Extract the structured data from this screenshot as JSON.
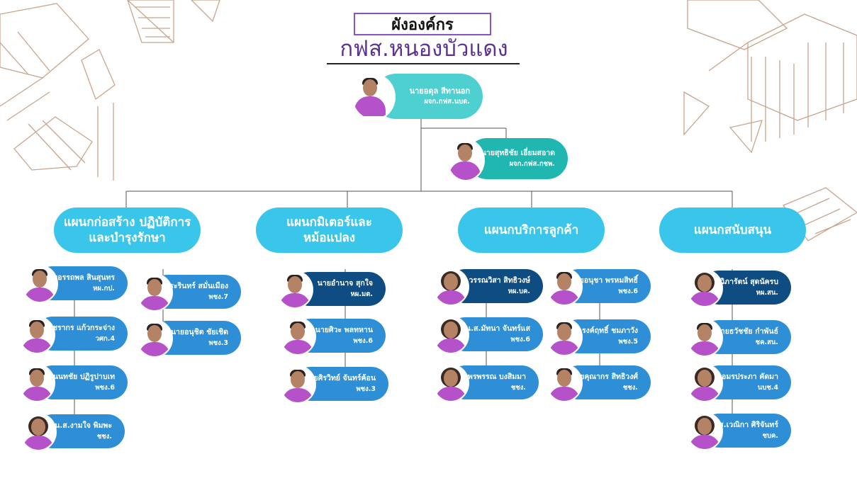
{
  "header": {
    "title": "ผังองค์กร",
    "subtitle": "กฟส.หนองบัวแดง"
  },
  "colors": {
    "dept": "#3ac6ea",
    "teal": "#4fd0d0",
    "dark_blue": "#0f4c81",
    "mid_blue": "#2e8fd6",
    "title_border": "#8a52c7",
    "subtitle": "#5b3291",
    "decoration": "#c8a58e"
  },
  "manager": {
    "name": "นายอดุล สีทานอก",
    "position": "ผจก.กฟส.นบด."
  },
  "deputy": {
    "name": "นายสุทธิชัย เอี่ยมสอาด",
    "position": "ผจก.กฟส.กชพ."
  },
  "departments": [
    {
      "name": "แผนกก่อสร้าง ปฏิบัติการ\nและบำรุงรักษา",
      "staff_left": [
        {
          "name": "นายอรรถพล สินสุนทร",
          "position": "หผ.กป."
        },
        {
          "name": "นายวัชรากร แก้วกระจ่าง",
          "position": "วศก.4"
        },
        {
          "name": "นายนนทชัย ปฏิรูปาบเท",
          "position": "พชง.6"
        },
        {
          "name": "น.ส.งามใจ พิมพะ",
          "position": "ชชง."
        }
      ],
      "staff_right": [
        {
          "name": "นายวีระรินทร์ สมั่นเมือง",
          "position": "พชง.7"
        },
        {
          "name": "นายอนุชิต ชัยเชิด",
          "position": "พชง.3"
        }
      ]
    },
    {
      "name": "แผนกมิเตอร์และ\nหม้อแปลง",
      "staff_left": [
        {
          "name": "นายอำนาจ สุกใจ",
          "position": "หผ.มต."
        },
        {
          "name": "นายศิวะ พลทหาน",
          "position": "พชง.6"
        },
        {
          "name": "นายศิรวิทย์ จันทร์ค้อน",
          "position": "พชง.3"
        }
      ],
      "staff_right": []
    },
    {
      "name": "แผนกบริการลูกค้า",
      "staff_left": [
        {
          "name": "น.ส.วรรณวิสา สิทธิวงษ์",
          "position": "หผ.บค."
        },
        {
          "name": "น.ส.มัทนา จันทร์แส",
          "position": "พชง.6"
        },
        {
          "name": "น.ส.พรพรรณ บงสิมมา",
          "position": "ชชง."
        }
      ],
      "staff_right": [
        {
          "name": "นายอนุชา พรหมสิทธิ์",
          "position": "พชง.6"
        },
        {
          "name": "นายณรงค์ฤทธิ์ ชมภาวัง",
          "position": "พชง.5"
        },
        {
          "name": "นายคุณากร สิทธิวงศ์",
          "position": "ชชง."
        }
      ]
    },
    {
      "name": "แผนกสนับสนุน",
      "staff_left": [
        {
          "name": "นางวิภารัตน์ สุดนัครบ",
          "position": "หผ.สน."
        },
        {
          "name": "นายธวัชชัย กำพันธ์",
          "position": "ชค.สน."
        },
        {
          "name": "น.ส.อมรประภา คัดมา",
          "position": "นบช.4"
        },
        {
          "name": "น.ส.เวณิกา ศิริจันทร์",
          "position": "ชบค."
        }
      ],
      "staff_right": []
    }
  ]
}
